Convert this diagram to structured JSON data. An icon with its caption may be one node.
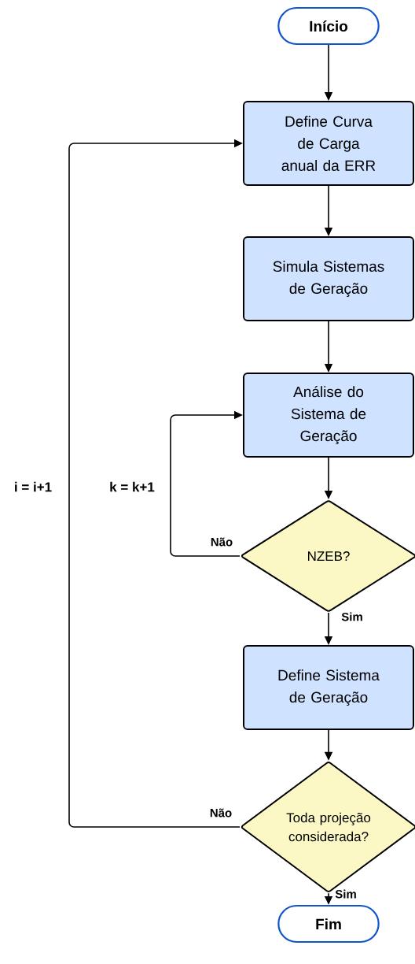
{
  "diagram": {
    "nodes": [
      {
        "text": [
          "Início"
        ]
      },
      {
        "text": [
          "Define Curva de Carga anual da ERR"
        ]
      },
      {
        "text": [
          "Simula Sistemas de Geração"
        ]
      },
      {
        "text": [
          "Análise do Sistema de Geração"
        ]
      },
      {
        "text": [
          "NZEB?"
        ]
      },
      {
        "text": [
          "Define Sistema de Geração"
        ]
      },
      {
        "text": [
          "Toda projeção considerada?"
        ]
      },
      {
        "text": [
          "Fim"
        ]
      }
    ],
    "edges": [
      {
        "from": 0,
        "to": 1,
        "arrow": "to"
      },
      {
        "from": 1,
        "to": 2,
        "arrow": "to"
      },
      {
        "from": 2,
        "to": 3,
        "arrow": "to"
      },
      {
        "from": 3,
        "to": 4,
        "arrow": "to"
      },
      {
        "from": 4,
        "to": 3,
        "arrow": "to",
        "label": "Não"
      },
      {
        "from": 4,
        "to": 5,
        "arrow": "to",
        "label": "Sim"
      },
      {
        "from": 5,
        "to": 6,
        "arrow": "to"
      },
      {
        "from": 6,
        "to": 1,
        "arrow": "to",
        "label": "Não"
      },
      {
        "from": 6,
        "to": 7,
        "arrow": "to",
        "label": "Sim"
      }
    ],
    "labels": [
      "i = i+1",
      "k = k+1"
    ]
  }
}
